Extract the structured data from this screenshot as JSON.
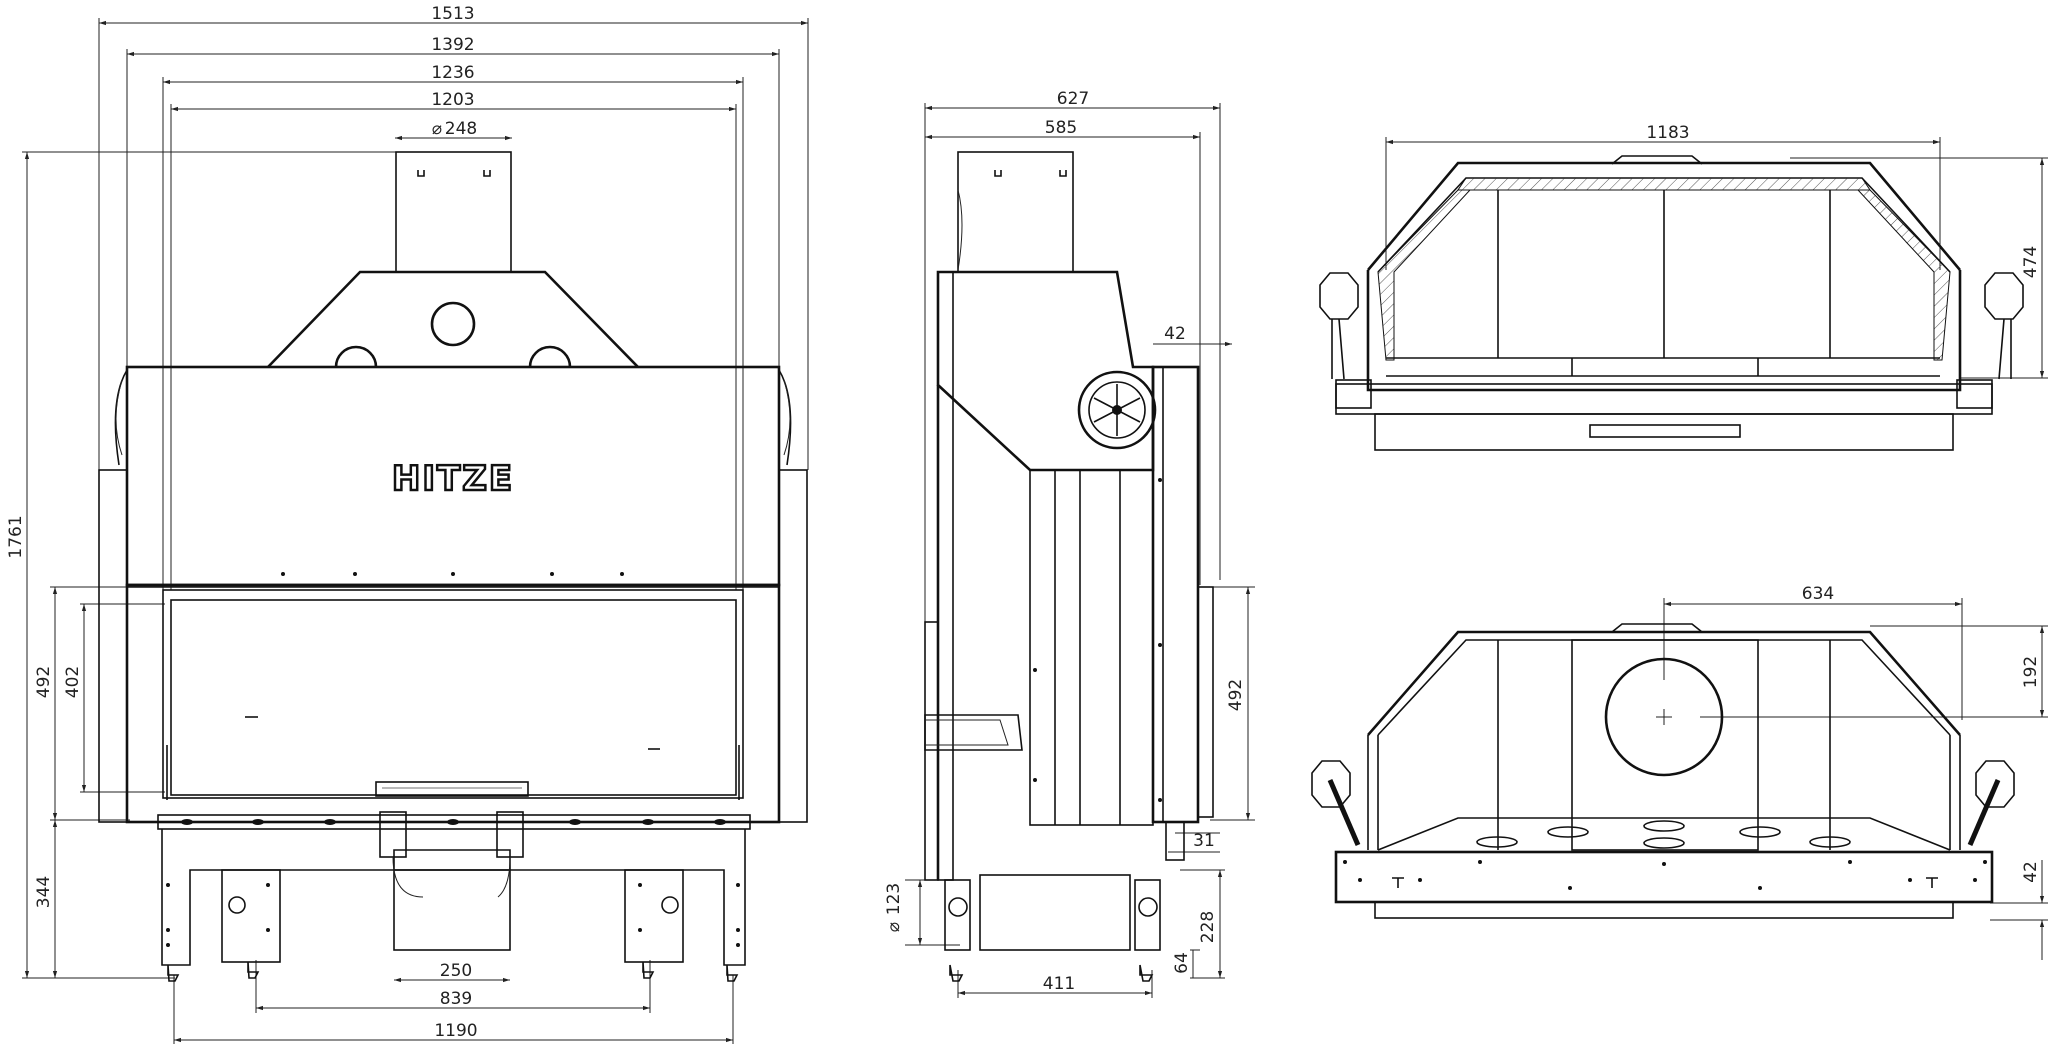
{
  "brand": "HITZE",
  "front_view": {
    "dims": {
      "w1513": "1513",
      "w1392": "1392",
      "w1236": "1236",
      "w1203": "1203",
      "flue": "248",
      "h1761": "1761",
      "h492": "492",
      "h402": "402",
      "h344": "344",
      "w250": "250",
      "w839": "839",
      "w1190": "1190"
    }
  },
  "side_view": {
    "dims": {
      "d627": "627",
      "d585": "585",
      "d42": "42",
      "h492": "492",
      "h31": "31",
      "air": "123",
      "h228": "228",
      "h64": "64",
      "d411": "411"
    }
  },
  "top_view_upper": {
    "dims": {
      "w1183": "1183",
      "h474": "474"
    }
  },
  "top_view_lower": {
    "dims": {
      "w634": "634",
      "h192": "192",
      "h42": "42"
    }
  }
}
